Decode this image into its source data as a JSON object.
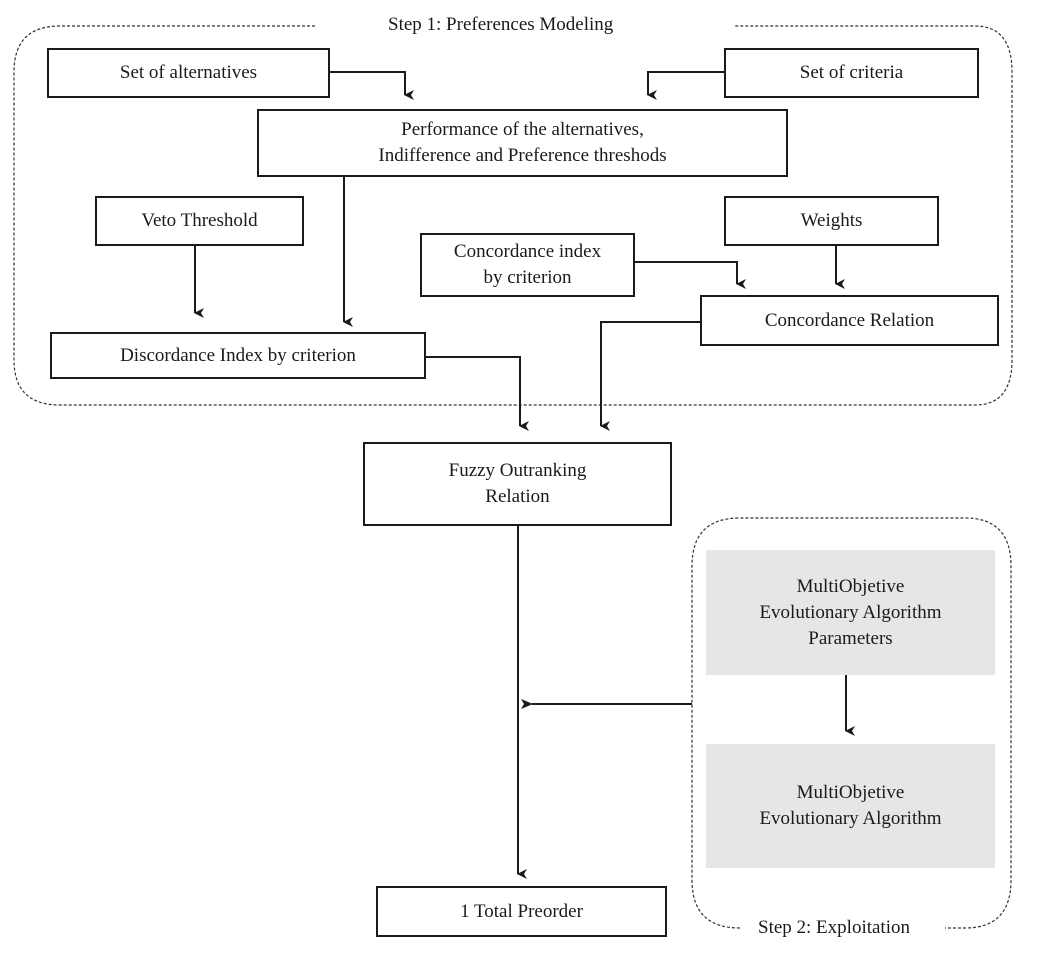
{
  "groups": {
    "step1": {
      "label": "Step 1: Preferences Modeling"
    },
    "step2": {
      "label": "Step 2: Exploitation"
    }
  },
  "nodes": {
    "alternatives": "Set of alternatives",
    "criteria": "Set of criteria",
    "performance": "Performance of the alternatives,\nIndifference and Preference threshods",
    "veto": "Veto Threshold",
    "weights": "Weights",
    "concordance_index": "Concordance index\nby criterion",
    "concordance_relation": "Concordance Relation",
    "discordance": "Discordance Index by criterion",
    "fuzzy": "Fuzzy Outranking\nRelation",
    "moea_params": "MultiObjetive\nEvolutionary Algorithm\nParameters",
    "moea": "MultiObjetive\nEvolutionary Algorithm",
    "preorder": "1 Total Preorder"
  },
  "edges": [
    {
      "from": "alternatives",
      "to": "performance"
    },
    {
      "from": "criteria",
      "to": "performance"
    },
    {
      "from": "performance",
      "to": "discordance"
    },
    {
      "from": "veto",
      "to": "discordance"
    },
    {
      "from": "concordance_index",
      "to": "concordance_relation"
    },
    {
      "from": "weights",
      "to": "concordance_relation"
    },
    {
      "from": "discordance",
      "to": "fuzzy"
    },
    {
      "from": "concordance_relation",
      "to": "fuzzy"
    },
    {
      "from": "moea_params",
      "to": "moea"
    },
    {
      "from": "step2",
      "to": "fuzzy-to-preorder-line"
    },
    {
      "from": "fuzzy",
      "to": "preorder"
    }
  ]
}
